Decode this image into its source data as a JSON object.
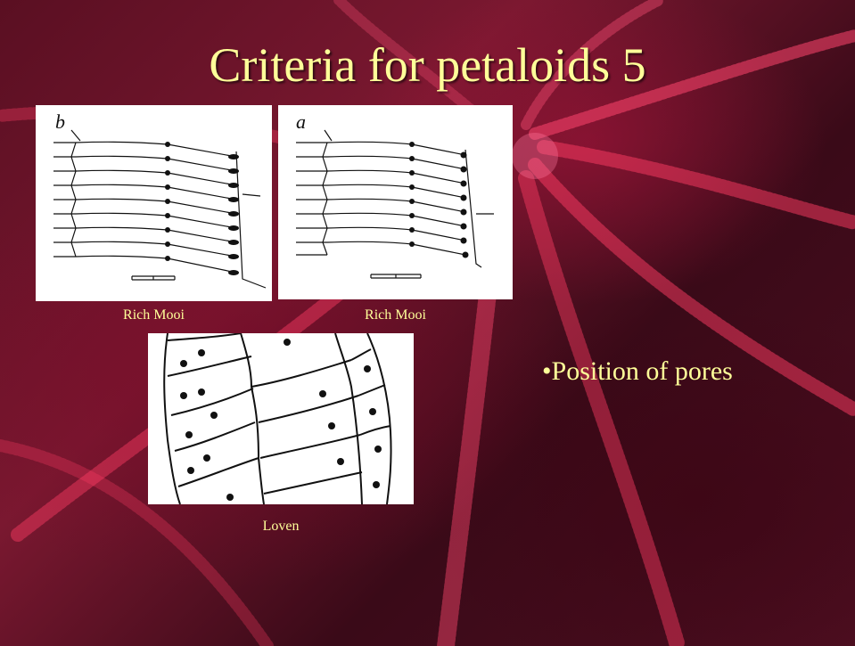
{
  "slide": {
    "title": "Criteria for petaloids 5",
    "bullet": "•Position of pores",
    "figures": [
      {
        "letter": "b",
        "caption": "Rich Mooi"
      },
      {
        "letter": "a",
        "caption": "Rich Mooi"
      },
      {
        "letter": "",
        "caption": "Loven"
      }
    ]
  },
  "colors": {
    "text_accent": "#ffff99",
    "background": "#7a1830"
  }
}
